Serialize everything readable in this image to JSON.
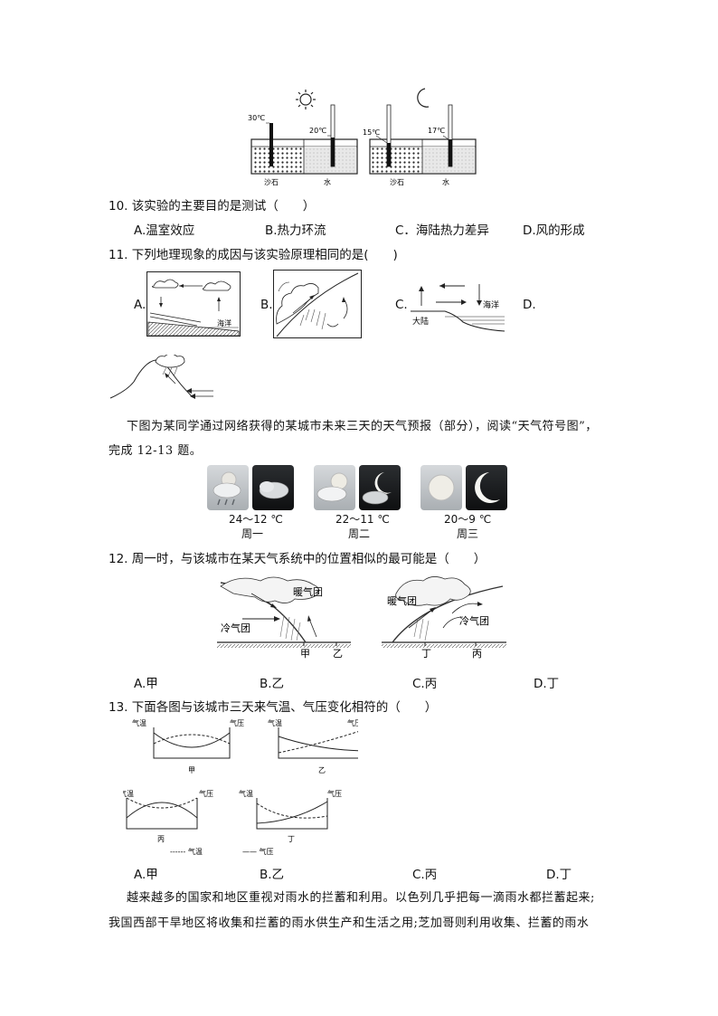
{
  "fig_experiment": {
    "labels": {
      "t_sand_day": "30℃",
      "t_water_day": "20℃",
      "t_sand_night": "15℃",
      "t_water_night": "17℃",
      "sand": "沙石",
      "water": "水"
    },
    "icons": [
      "sun-icon",
      "moon-icon"
    ]
  },
  "q10": {
    "stem": "10. 该实验的主要目的是测试（　　）",
    "options": [
      "A.温室效应",
      "B.热力环流",
      "C．海陆热力差异",
      "D.风的形成"
    ]
  },
  "q11": {
    "stem": "11. 下列地理现象的成因与该实验原理相同的是(　　)",
    "option_letters": [
      "A.",
      "B.",
      "C.",
      "D."
    ],
    "fig_labels": {
      "a_sea": "海洋",
      "c_sea": "海洋",
      "c_land": "大陆"
    }
  },
  "intro_12_13": {
    "line1": "下图为某同学通过网络获得的某城市未来三天的天气预报（部分），阅读“天气符号图”，",
    "line2": "完成 12-13 题。"
  },
  "forecast": {
    "days": [
      {
        "temp": "24～12 ℃",
        "name": "周一"
      },
      {
        "temp": "22～11 ℃",
        "name": "周二"
      },
      {
        "temp": "20～9 ℃",
        "name": "周三"
      }
    ]
  },
  "q12": {
    "stem": "12. 周一时，与该城市在某天气系统中的位置相似的最可能是（　　）",
    "fig_labels": {
      "warm_mass": "暖气团",
      "cold_mass": "冷气团",
      "jia": "甲",
      "yi": "乙",
      "warm_mass2": "暖气团",
      "cold_mass2": "冷气团",
      "ding": "丁",
      "bing": "丙"
    },
    "options": [
      "A.甲",
      "B.乙",
      "C.丙",
      "D.丁"
    ]
  },
  "q13": {
    "stem": "13. 下面各图与该城市三天来气温、气压变化相符的（　　）",
    "axis_temp": "气温",
    "axis_pressure": "气压",
    "panels": [
      "甲",
      "乙",
      "丙",
      "丁"
    ],
    "legend_temp": "------ 气温",
    "legend_pressure": "—— 气压",
    "options": [
      "A.甲",
      "B.乙",
      "C.丙",
      "D.丁"
    ]
  },
  "passage": {
    "line1": "越来越多的国家和地区重视对雨水的拦蓄和利用。以色列几乎把每一滴雨水都拦蓄起来;",
    "line2": "我国西部干旱地区将收集和拦蓄的雨水供生产和生活之用;芝加哥则利用收集、拦蓄的雨水"
  }
}
